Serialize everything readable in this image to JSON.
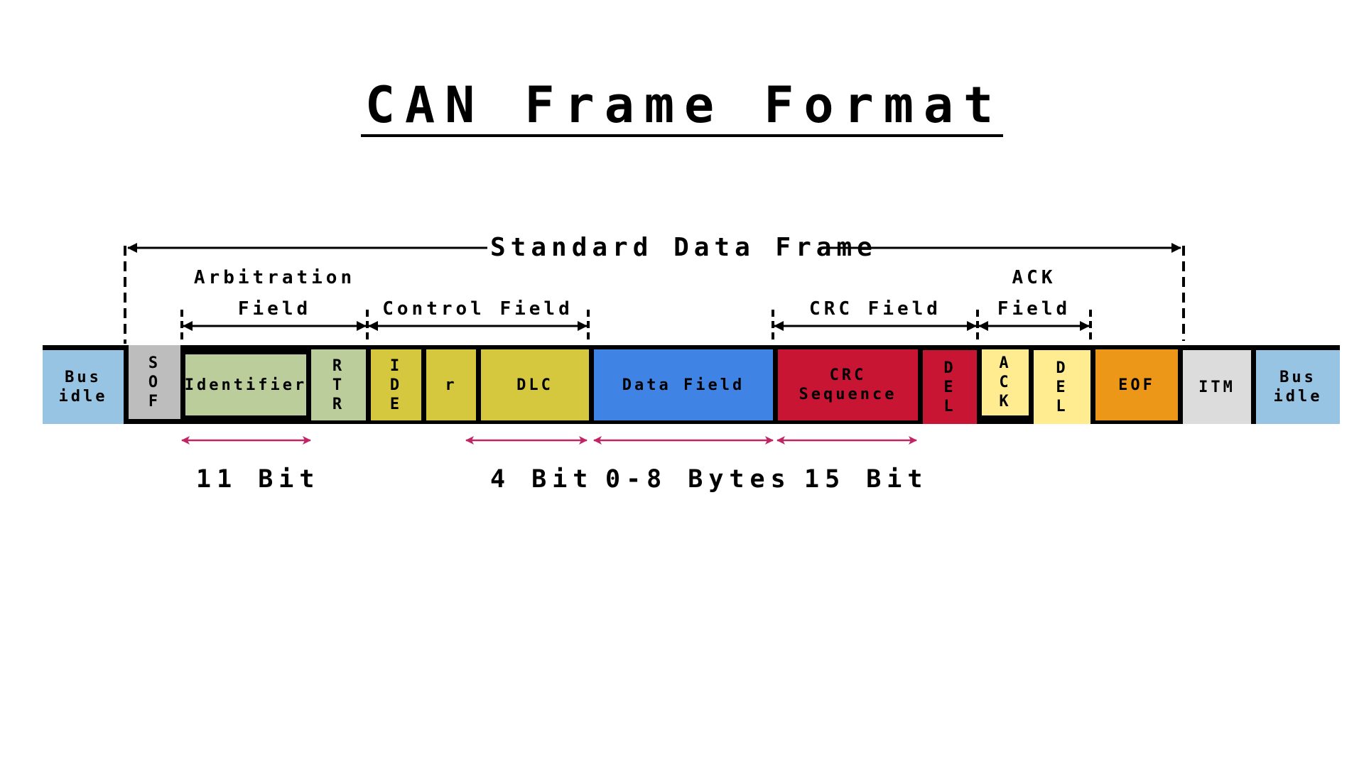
{
  "title": "CAN Frame Format",
  "frame_label": "Standard Data Frame",
  "field_groups": {
    "arbitration": {
      "line1": "Arbitration",
      "line2": "Field"
    },
    "control": {
      "label": "Control Field"
    },
    "crc": {
      "label": "CRC Field"
    },
    "ack": {
      "line1": "ACK",
      "line2": "Field"
    }
  },
  "segments": [
    {
      "id": "bus-idle-start",
      "label": "Bus idle",
      "lines": [
        "Bus",
        "idle"
      ],
      "color": "#97C4E3"
    },
    {
      "id": "sof",
      "label": "SOF",
      "lines": [
        "S",
        "O",
        "F"
      ],
      "color": "#BDBDBD"
    },
    {
      "id": "identifier",
      "label": "Identifier",
      "lines": [
        "Identifier"
      ],
      "color": "#BBCD9A"
    },
    {
      "id": "rtr",
      "label": "RTR",
      "lines": [
        "R",
        "T",
        "R"
      ],
      "color": "#BBCD9A"
    },
    {
      "id": "ide",
      "label": "IDE",
      "lines": [
        "I",
        "D",
        "E"
      ],
      "color": "#D5C73E"
    },
    {
      "id": "r",
      "label": "r",
      "lines": [
        "r"
      ],
      "color": "#D5C73E"
    },
    {
      "id": "dlc",
      "label": "DLC",
      "lines": [
        "DLC"
      ],
      "color": "#D5C73E"
    },
    {
      "id": "data-field",
      "label": "Data Field",
      "lines": [
        "Data Field"
      ],
      "color": "#3F84E5"
    },
    {
      "id": "crc-sequence",
      "label": "CRC Sequence",
      "lines": [
        "CRC",
        "Sequence"
      ],
      "color": "#C81533"
    },
    {
      "id": "crc-del",
      "label": "DEL",
      "lines": [
        "D",
        "E",
        "L"
      ],
      "color": "#C81533"
    },
    {
      "id": "ack",
      "label": "ACK",
      "lines": [
        "A",
        "C",
        "K"
      ],
      "color": "#FFEC91"
    },
    {
      "id": "ack-del",
      "label": "DEL",
      "lines": [
        "D",
        "E",
        "L"
      ],
      "color": "#FFEC91"
    },
    {
      "id": "eof",
      "label": "EOF",
      "lines": [
        "EOF"
      ],
      "color": "#ED9719"
    },
    {
      "id": "itm",
      "label": "ITM",
      "lines": [
        "ITM"
      ],
      "color": "#DCDCDC"
    },
    {
      "id": "bus-idle-end",
      "label": "Bus idle",
      "lines": [
        "Bus",
        "idle"
      ],
      "color": "#97C4E3"
    }
  ],
  "measurements": [
    {
      "id": "identifier-length",
      "label": "11 Bit"
    },
    {
      "id": "dlc-length",
      "label": "4 Bit"
    },
    {
      "id": "data-length",
      "label": "0-8 Bytes"
    },
    {
      "id": "crc-length",
      "label": "15 Bit"
    }
  ],
  "colors": {
    "measure_arrow": "#C02464",
    "line": "#000000"
  }
}
